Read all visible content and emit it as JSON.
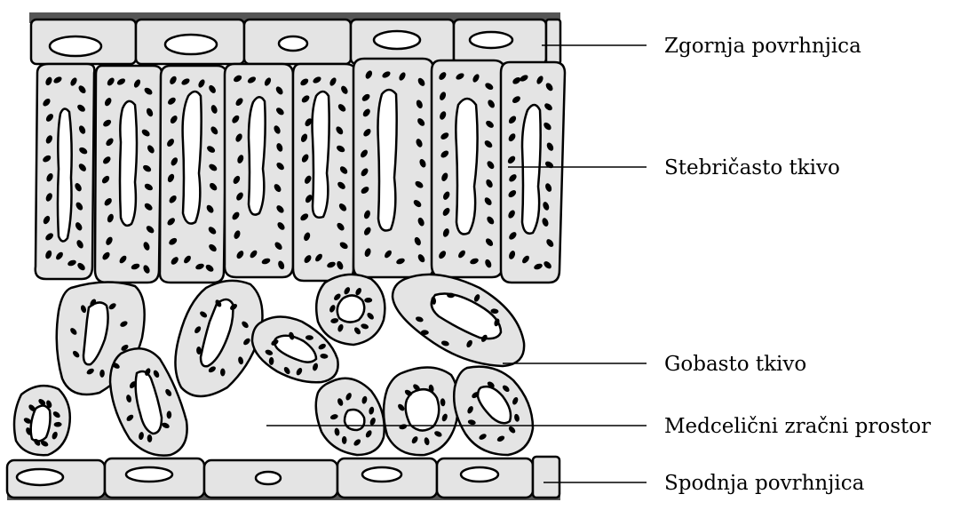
{
  "labels": [
    {
      "id": "upper-epidermis",
      "text": "Zgornja povrhnjica"
    },
    {
      "id": "palisade-tissue",
      "text": "Stebričasto tkivo"
    },
    {
      "id": "spongy-tissue",
      "text": "Gobasto tkivo"
    },
    {
      "id": "air-space",
      "text": "Medcelični zračni prostor"
    },
    {
      "id": "lower-epidermis",
      "text": "Spodnja povrhnjica"
    }
  ],
  "colors": {
    "cell_fill": "#e4e4e4",
    "outline": "#000000",
    "cuticle": "#555555",
    "background": "#ffffff"
  }
}
